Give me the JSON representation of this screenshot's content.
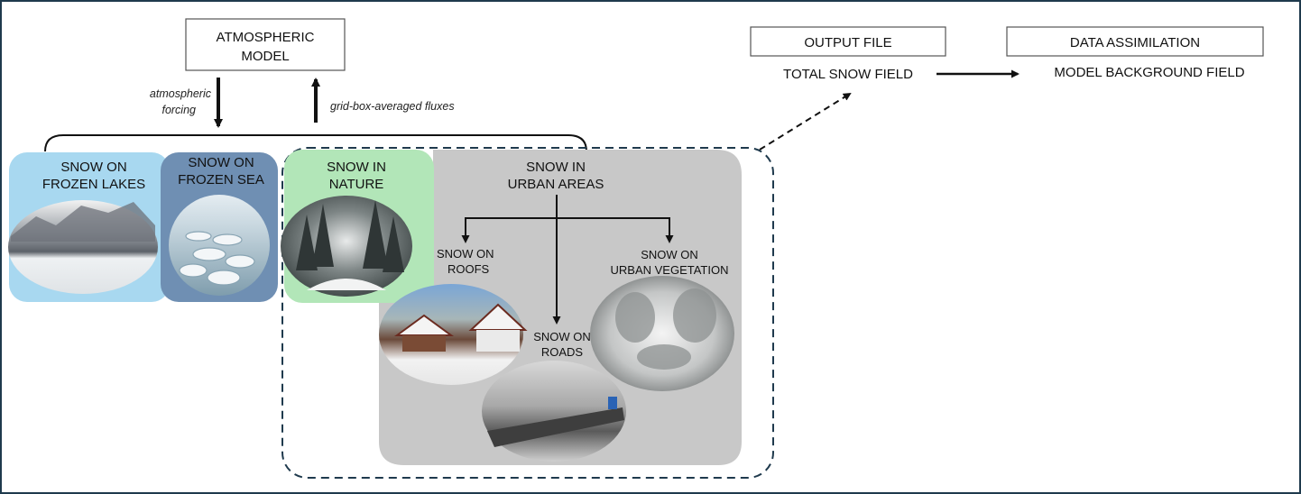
{
  "atmospheric_model": {
    "line1": "ATMOSPHERIC",
    "line2": "MODEL"
  },
  "labels": {
    "atmospheric_forcing_1": "atmospheric",
    "atmospheric_forcing_2": "forcing",
    "fluxes": "grid-box-averaged fluxes"
  },
  "output_file": {
    "header": "OUTPUT FILE",
    "text": "TOTAL SNOW FIELD"
  },
  "data_assimilation": {
    "header": "DATA ASSIMILATION",
    "text": "MODEL BACKGROUND FIELD"
  },
  "tiles": {
    "frozen_lakes": {
      "line1": "SNOW ON",
      "line2": "FROZEN LAKES",
      "color": "#a8d8f0"
    },
    "frozen_sea": {
      "line1": "SNOW ON",
      "line2": "FROZEN SEA",
      "color": "#6f8fb3"
    },
    "nature": {
      "line1": "SNOW IN",
      "line2": "NATURE",
      "color": "#b2e6b8"
    },
    "urban": {
      "line1": "SNOW IN",
      "line2": "URBAN AREAS",
      "color": "#c8c8c8"
    }
  },
  "urban_sub": {
    "roofs": {
      "line1": "SNOW ON",
      "line2": "ROOFS"
    },
    "roads": {
      "line1": "SNOW ON",
      "line2": "ROADS"
    },
    "vegetation": {
      "line1": "SNOW ON",
      "line2": "URBAN VEGETATION"
    }
  }
}
